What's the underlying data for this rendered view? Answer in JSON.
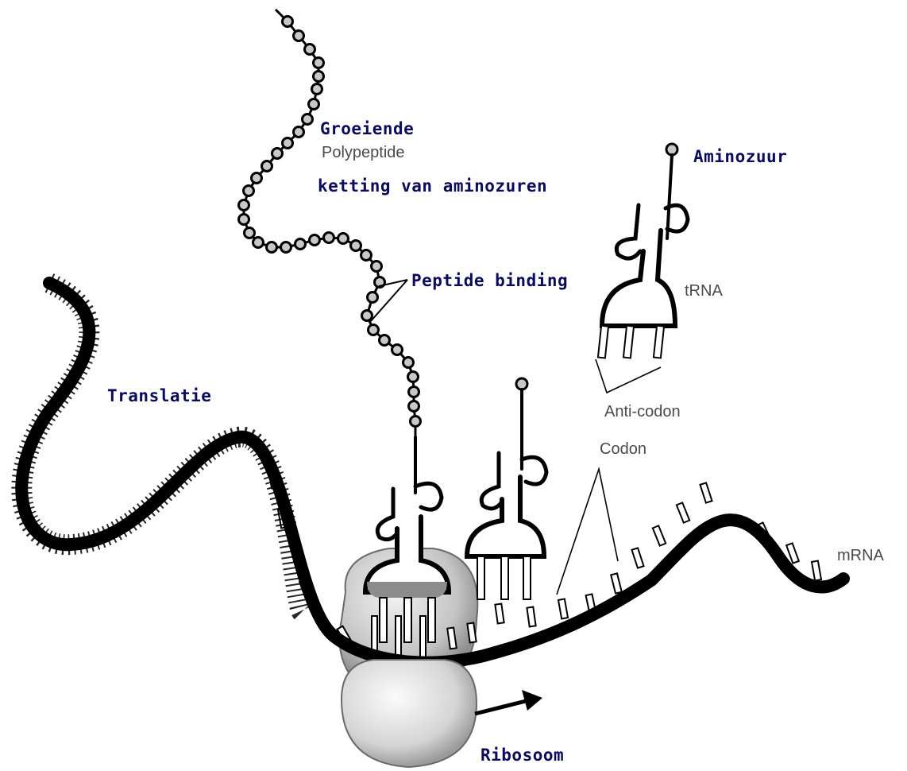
{
  "labels": {
    "groeiende": "Groeiende",
    "polypeptide": "Polypeptide",
    "ketting": "ketting van aminozuren",
    "aminozuur": "Aminozuur",
    "peptide_binding": "Peptide binding",
    "trna": "tRNA",
    "translatie": "Translatie",
    "anticodon": "Anti-codon",
    "codon": "Codon",
    "mrna": "mRNA",
    "ribosoom": "Ribosoom"
  },
  "colors": {
    "label_blue": "#0b0b5c",
    "label_gray": "#4a4a4a",
    "strand": "#000000",
    "ribosome_light": "#dcdcdc",
    "ribosome_dark": "#9a9a9a"
  }
}
